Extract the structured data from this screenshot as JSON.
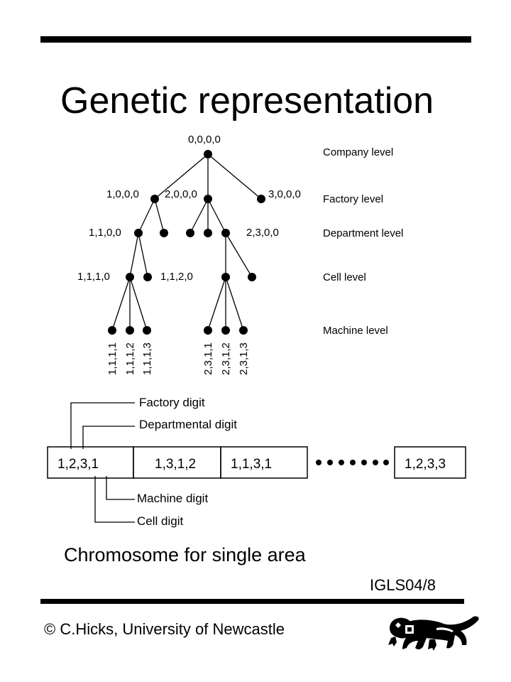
{
  "slide": {
    "title": "Genetic representation",
    "caption": "Chromosome for single area",
    "code": "IGLS04/8",
    "copyright": "© C.Hicks, University of Newcastle",
    "logo_icon": "lion-logo-icon"
  },
  "tree": {
    "levels": [
      "Company level",
      "Factory level",
      "Department level",
      "Cell level",
      "Machine level"
    ],
    "nodes": {
      "company": "0,0,0,0",
      "factory_1": "1,0,0,0",
      "factory_2": "2,0,0,0",
      "factory_3": "3,0,0,0",
      "dept_1_1": "1,1,0,0",
      "dept_2_3": "2,3,0,0",
      "cell_1_1_1": "1,1,1,0",
      "cell_1_1_2": "1,1,2,0",
      "machines": [
        "1,1,1,1",
        "1,1,1,2",
        "1,1,1,3",
        "2,3,1,1",
        "2,3,1,2",
        "2,3,1,3"
      ]
    }
  },
  "chromosome": {
    "genes": [
      "1,2,3,1",
      "1,3,1,2",
      "1,1,3,1"
    ],
    "last_gene": "1,2,3,3",
    "labels": {
      "factory": "Factory digit",
      "department": "Departmental digit",
      "machine": "Machine digit",
      "cell": "Cell digit"
    }
  }
}
